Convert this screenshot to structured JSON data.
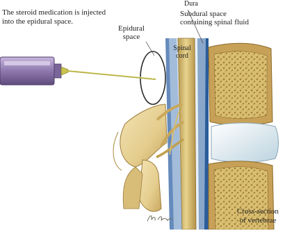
{
  "labels": {
    "caption_line1": "The steroid medication is injected",
    "caption_line2": "into the epidural space.",
    "dura": "Dura",
    "subdural_line1": "Subdural space",
    "subdural_line2": "containing spinal fluid",
    "epidural_line1": "Epidural",
    "epidural_line2": "space",
    "spinal_line1": "Spinal",
    "spinal_line2": "cord",
    "cross_line1": "Cross-section",
    "cross_line2": "of vertebrae"
  },
  "colors": {
    "bone": "#e9d59a",
    "bone_shadow": "#b8954a",
    "disc": "#dce9ef",
    "cord": "#d8c278",
    "dura": "#2a5c9a",
    "syringe": "#8a74a8",
    "needle": "#b9b94a"
  }
}
